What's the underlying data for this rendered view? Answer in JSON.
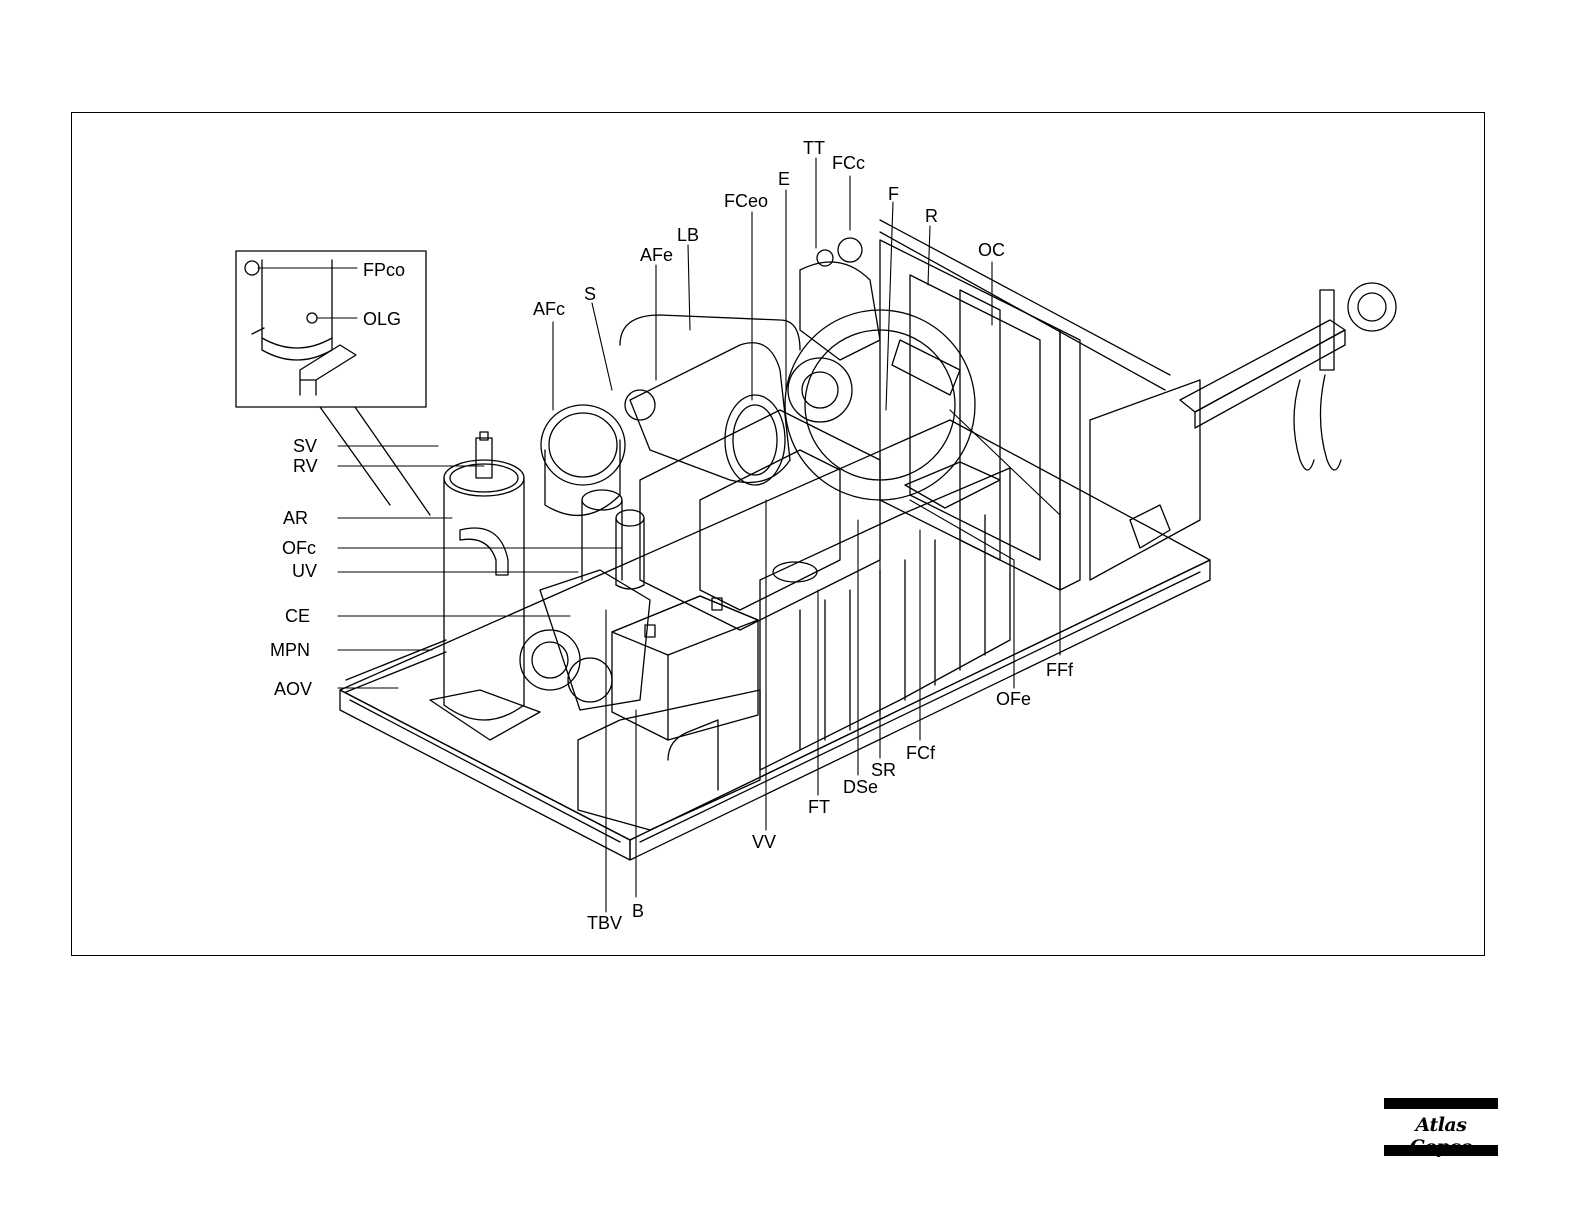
{
  "callouts": {
    "TT": "TT",
    "FCc": "FCc",
    "E": "E",
    "F": "F",
    "FCeo": "FCeo",
    "R": "R",
    "OC": "OC",
    "LB": "LB",
    "AFe": "AFe",
    "S": "S",
    "AFc": "AFc",
    "FPco": "FPco",
    "OLG": "OLG",
    "SV": "SV",
    "RV": "RV",
    "AR": "AR",
    "OFc": "OFc",
    "UV": "UV",
    "CE": "CE",
    "MPN": "MPN",
    "AOV": "AOV",
    "FFf": "FFf",
    "OFe": "OFe",
    "FCf": "FCf",
    "SR": "SR",
    "DSe": "DSe",
    "FT": "FT",
    "VV": "VV",
    "B": "B",
    "TBV": "TBV"
  },
  "brand": {
    "name": "Atlas Copco"
  }
}
